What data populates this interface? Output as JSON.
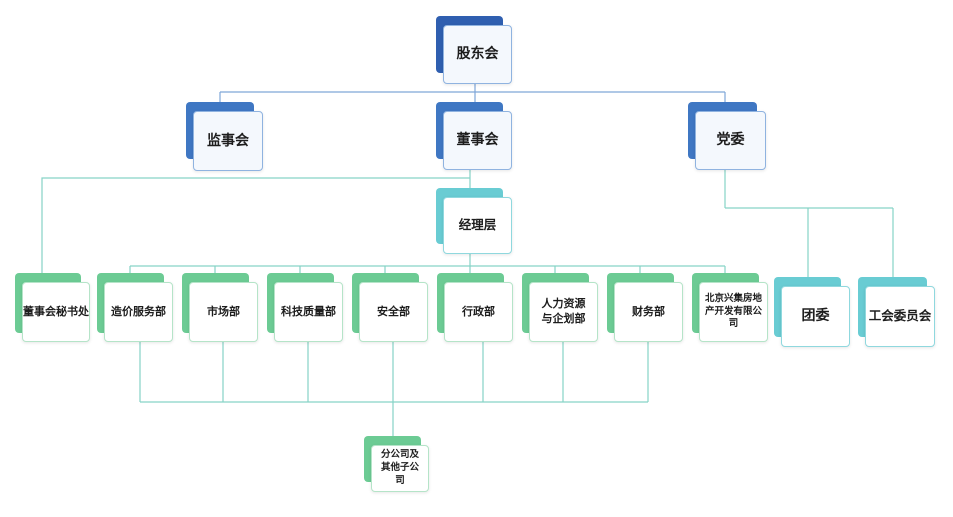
{
  "nodes": {
    "shareholders": "股东会",
    "supervisors": "监事会",
    "board": "董事会",
    "party": "党委",
    "management": "经理层",
    "board_secretary": "董事会秘书处",
    "cost_service": "造价服务部",
    "market": "市场部",
    "tech_quality": "科技质量部",
    "safety": "安全部",
    "administration": "行政部",
    "hr_planning": "人力资源与企划部",
    "finance": "财务部",
    "real_estate": "北京兴集房地产开发有限公司",
    "youth_league": "团委",
    "union": "工会委员会",
    "subsidiaries": "分公司及其他子公司"
  },
  "colors": {
    "blue": "#3f77c3",
    "teal": "#69ccd3",
    "green": "#6ccb94",
    "line_blue": "#7fa6d8",
    "line_green": "#7fd1b0"
  }
}
